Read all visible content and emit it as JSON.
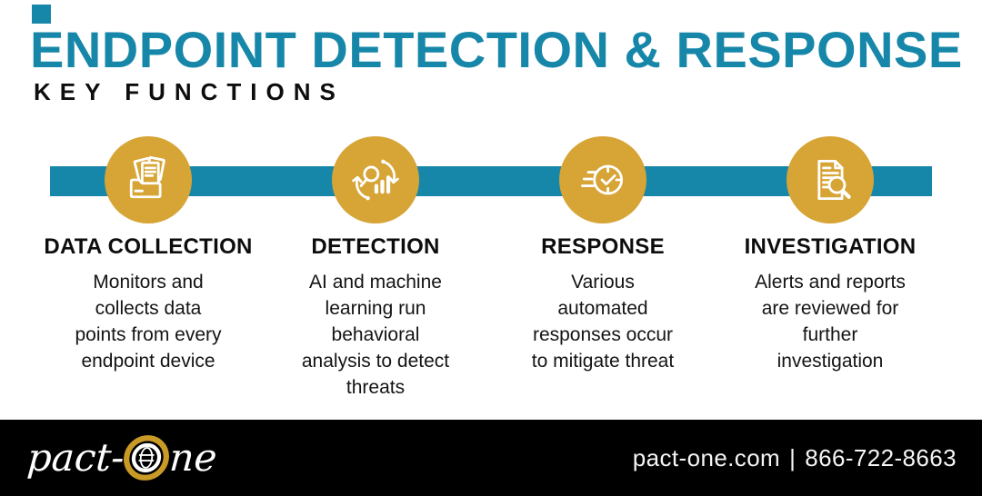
{
  "header": {
    "title": "ENDPOINT DETECTION & RESPONSE",
    "subtitle": "KEY FUNCTIONS"
  },
  "colors": {
    "teal": "#1787a9",
    "gold": "#d7a436",
    "footerbg": "#000000",
    "logogold": "#c99a25"
  },
  "functions": [
    {
      "icon": "folder-documents-icon",
      "heading": "DATA COLLECTION",
      "description": "Monitors and\ncollects data\npoints from every\nendpoint device"
    },
    {
      "icon": "analysis-cycle-icon",
      "heading": "DETECTION",
      "description": "AI and machine\nlearning run\nbehavioral\nanalysis to detect\nthreats"
    },
    {
      "icon": "fast-clock-icon",
      "heading": "RESPONSE",
      "description": "Various\nautomated\nresponses occur\nto mitigate threat"
    },
    {
      "icon": "report-magnifier-icon",
      "heading": "INVESTIGATION",
      "description": "Alerts and reports\nare reviewed for\nfurther\ninvestigation"
    }
  ],
  "footer": {
    "logo": {
      "text_before": "pact-",
      "text_after": "ne",
      "icon": "globe-ring-icon"
    },
    "contact": {
      "website": "pact-one.com",
      "separator": "|",
      "phone": "866-722-8663"
    }
  }
}
